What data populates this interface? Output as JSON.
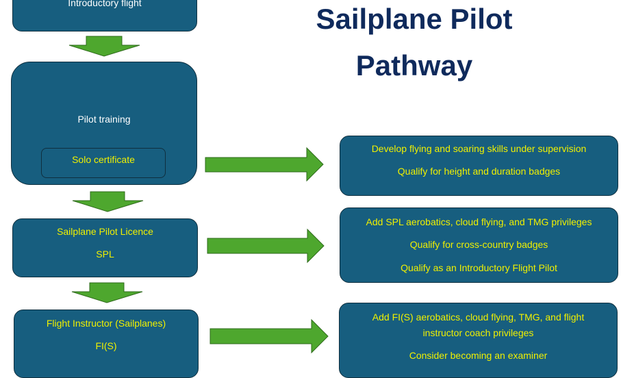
{
  "title": {
    "line1": "Sailplane Pilot",
    "line2": "Pathway"
  },
  "colors": {
    "box_fill": "#175e7f",
    "box_text": "#f0f000",
    "arrow_fill": "#4ea72e",
    "title": "#0f2a5c"
  },
  "stages": [
    {
      "label": "Introductory flight"
    },
    {
      "label": "Pilot training",
      "sub_label": "Solo certificate"
    },
    {
      "label": "Sailplane Pilot Licence",
      "abbr": "SPL"
    },
    {
      "label": "Flight Instructor (Sailplanes)",
      "abbr": "FI(S)"
    }
  ],
  "details": [
    {
      "items": [
        "Develop flying and soaring skills under supervision",
        "Qualify for height and duration badges"
      ]
    },
    {
      "items": [
        "Add SPL aerobatics, cloud flying, and TMG privileges",
        "Qualify for cross-country badges",
        "Qualify as an Introductory Flight Pilot"
      ]
    },
    {
      "items": [
        "Add FI(S) aerobatics, cloud flying, TMG, and flight",
        "instructor coach privileges",
        "Consider becoming an examiner"
      ]
    }
  ]
}
